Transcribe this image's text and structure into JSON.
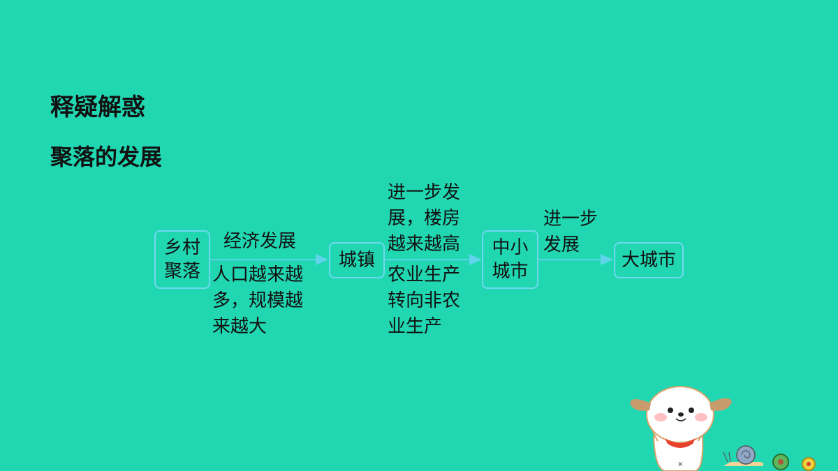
{
  "header": {
    "title": "释疑解惑",
    "subtitle": "聚落的发展"
  },
  "flow": {
    "nodes": {
      "rural": "乡村\n聚落",
      "town": "城镇",
      "small_city": "中小\n城市",
      "big_city": "大城市"
    },
    "edges": {
      "e1_top": "经济发展",
      "e1_bottom": "人口越来越\n多，规模越\n来越大",
      "e2_top": "进一步发\n展，楼房\n越来越高",
      "e2_bottom": "农业生产\n转向非农\n业生产",
      "e3_top": "进一步\n发展"
    }
  },
  "colors": {
    "background": "#21d7b2",
    "box_border": "#6fd9f0",
    "arrow": "#5fd4ea"
  }
}
